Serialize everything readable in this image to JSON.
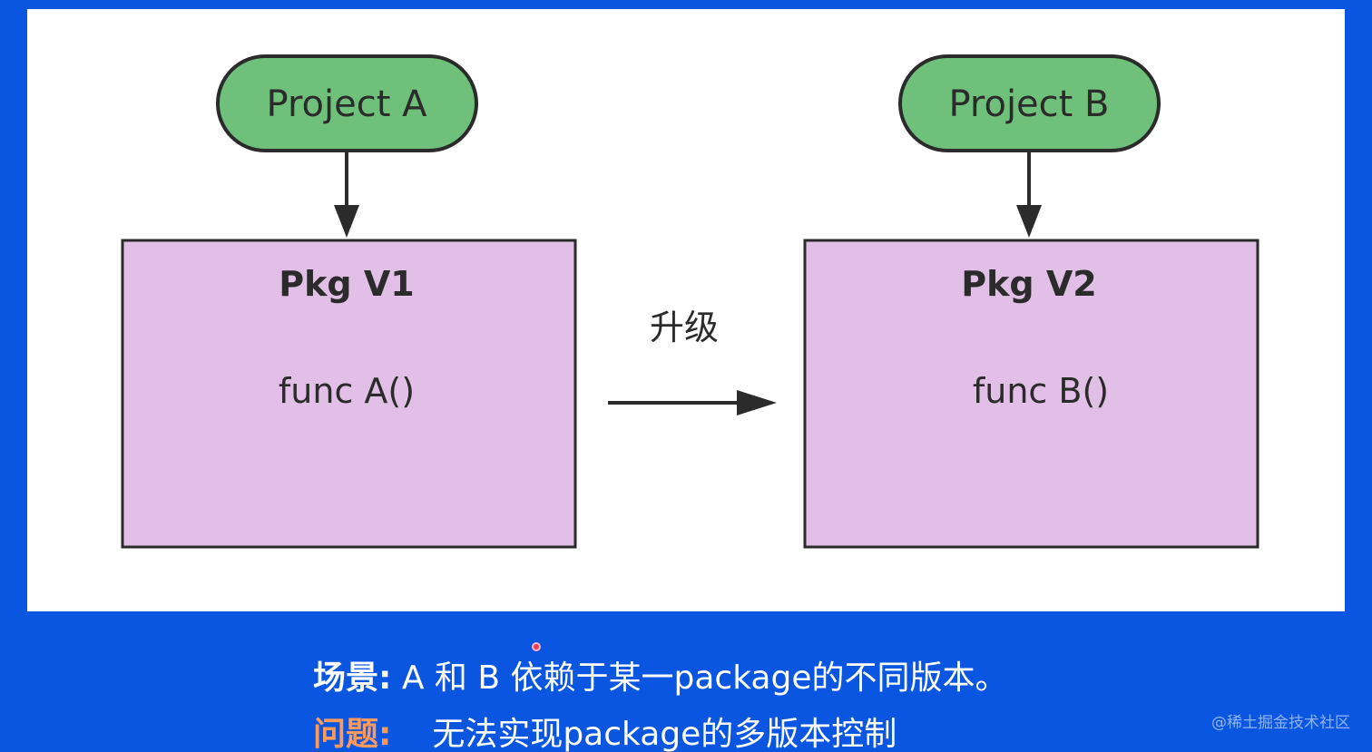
{
  "colors": {
    "background": "#0a56e0",
    "panel": "#ffffff",
    "project_fill": "#6fc07a",
    "pkg_fill": "#e2bfe6",
    "outline": "#2b2b2b",
    "problem_label": "#ff9a5c"
  },
  "diagram": {
    "projects": [
      {
        "id": "project-a",
        "label": "Project A"
      },
      {
        "id": "project-b",
        "label": "Project B"
      }
    ],
    "packages": [
      {
        "id": "pkg-v1",
        "title": "Pkg V1",
        "func": "func A()"
      },
      {
        "id": "pkg-v2",
        "title": "Pkg V2",
        "func": "func B()"
      }
    ],
    "edges": [
      {
        "from": "project-a",
        "to": "pkg-v1"
      },
      {
        "from": "project-b",
        "to": "pkg-v2"
      },
      {
        "from": "pkg-v1",
        "to": "pkg-v2",
        "label": "升级"
      }
    ]
  },
  "captions": {
    "scenario_label": "场景:",
    "scenario_text": "A 和 B 依赖于某一package的不同版本。",
    "problem_label": "问题:",
    "problem_text": "无法实现package的多版本控制"
  },
  "watermark": "@稀土掘金技术社区"
}
